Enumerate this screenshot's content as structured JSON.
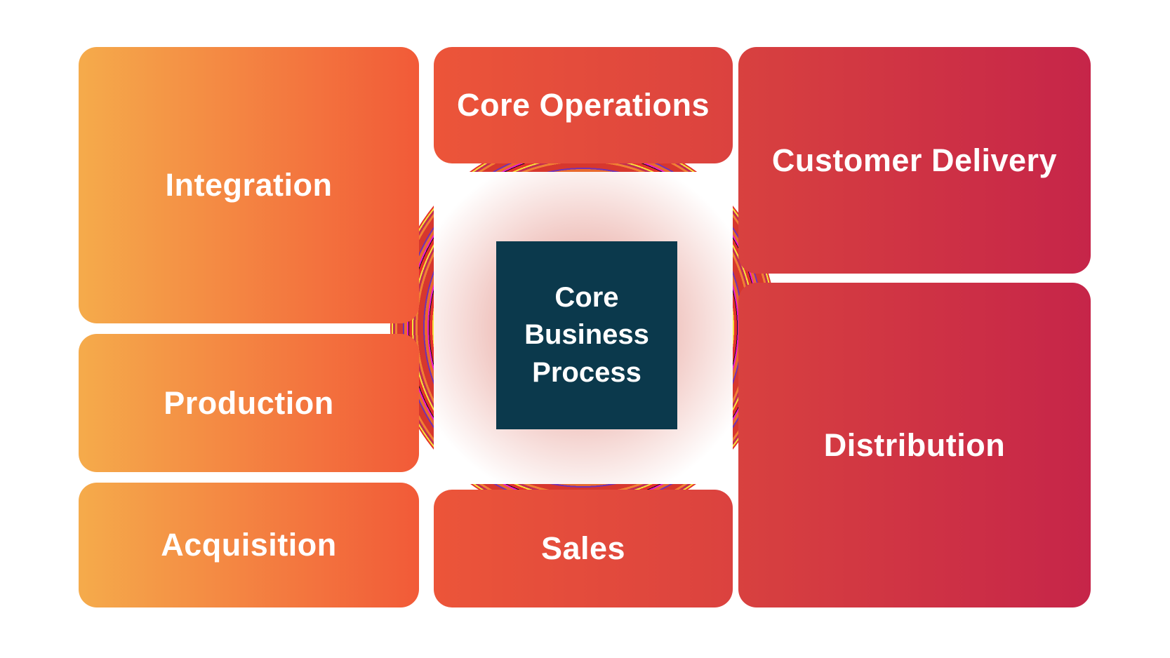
{
  "page": {
    "background": "#ffffff",
    "text_color": "#ffffff"
  },
  "diagram": {
    "center": {
      "label": "Core Business Process",
      "box_color": "#0b394c",
      "glow_color": "#eab1ab",
      "panel_color": "#ffffff"
    },
    "blocks": {
      "integration": {
        "label": "Integration",
        "gradient": [
          "#f5ab4b",
          "#f25a38"
        ]
      },
      "production": {
        "label": "Production",
        "gradient": [
          "#f5ab4b",
          "#f25a38"
        ]
      },
      "acquisition": {
        "label": "Acquisition",
        "gradient": [
          "#f5ab4b",
          "#f25a38"
        ]
      },
      "core_operations": {
        "label": "Core Operations",
        "gradient": [
          "#ec5539",
          "#db423f"
        ]
      },
      "sales": {
        "label": "Sales",
        "gradient": [
          "#ec5539",
          "#db423f"
        ]
      },
      "customer_delivery": {
        "label": "Customer Delivery",
        "gradient": [
          "#d8413f",
          "#c62549"
        ]
      },
      "distribution": {
        "label": "Distribution",
        "gradient": [
          "#d23c40",
          "#c62549"
        ]
      }
    },
    "ring_colors": [
      "#d7372e",
      "#f08033",
      "#c22d52",
      "#f6e13a",
      "#e5302b",
      "#111111",
      "#ee19ce",
      "#e86a2e",
      "#7231b4"
    ]
  }
}
